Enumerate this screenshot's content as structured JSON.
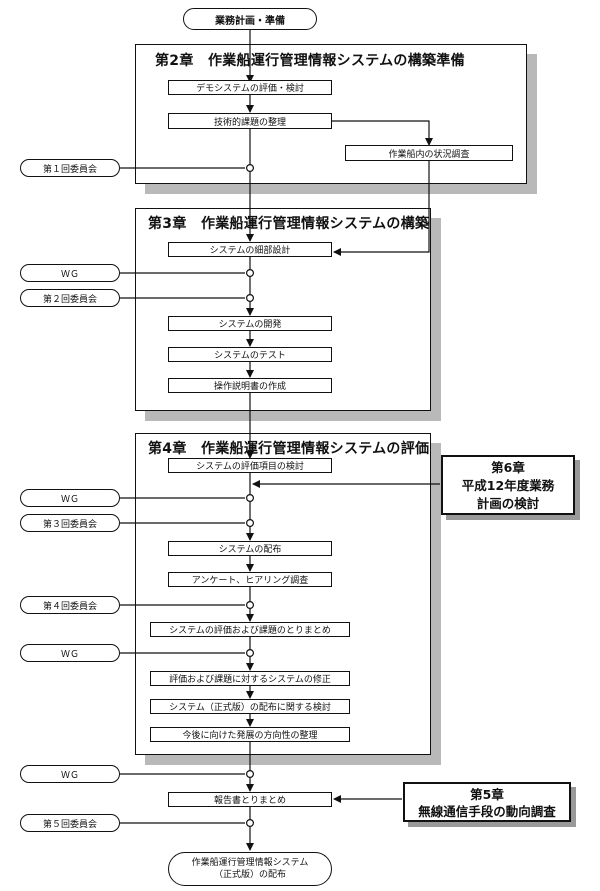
{
  "start": "業務計画・準備",
  "end": {
    "line1": "作業船運行管理情報システム",
    "line2": "（正式版）の配布"
  },
  "chapter2": {
    "title": "第2章　作業船運行管理情報システムの構築準備",
    "steps": [
      "デモシステムの評価・検討",
      "技術的課題の整理"
    ],
    "side_step": "作業船内の状況調査"
  },
  "chapter3": {
    "title": "第3章　作業船運行管理情報システムの構築",
    "steps": [
      "システムの細部設計",
      "システムの開発",
      "システムのテスト",
      "操作説明書の作成"
    ]
  },
  "chapter4": {
    "title": "第4章　作業船運行管理情報システムの評価",
    "steps": [
      "システムの評価項目の検討",
      "システムの配布",
      "アンケート、ヒアリング調査",
      "システムの評価および課題のとりまとめ",
      "評価および課題に対するシステムの修正",
      "システム（正式版）の配布に関する検討",
      "今後に向けた発展の方向性の整理"
    ]
  },
  "report_step": "報告書とりまとめ",
  "chapter6": {
    "line1": "第6章",
    "line2": "平成12年度業務",
    "line3": "計画の検討"
  },
  "chapter5": {
    "line1": "第5章",
    "line2": "無線通信手段の動向調査"
  },
  "meetings": {
    "m1": "第１回委員会",
    "wg1": "ＷＧ",
    "m2": "第２回委員会",
    "wg2": "ＷＧ",
    "m3": "第３回委員会",
    "m4": "第４回委員会",
    "wg3": "ＷＧ",
    "wg4": "ＷＧ",
    "m5": "第５回委員会"
  }
}
